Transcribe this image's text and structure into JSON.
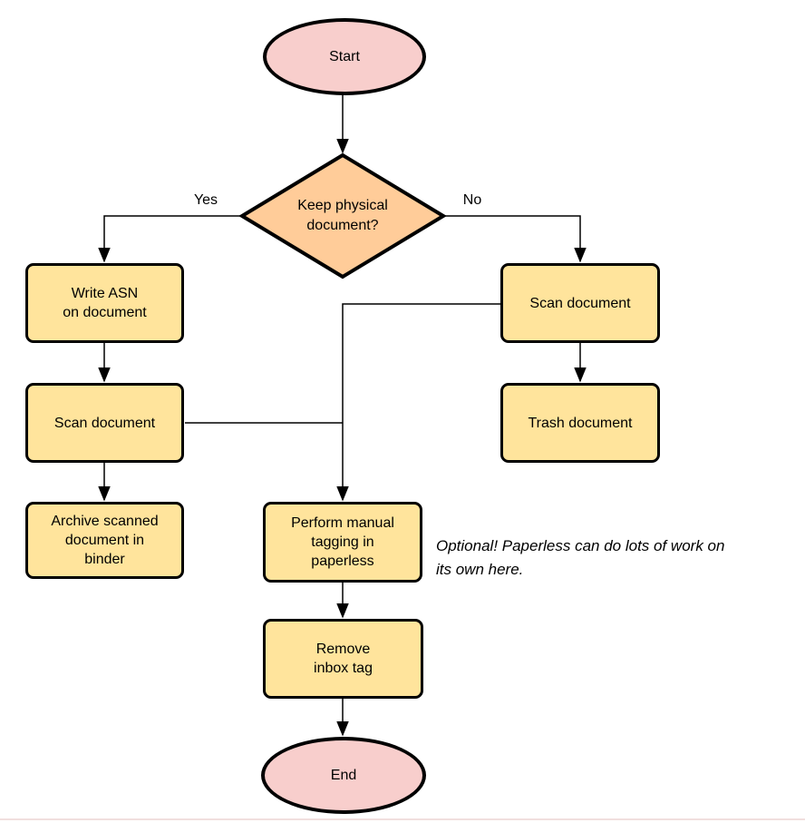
{
  "diagram": {
    "type": "flowchart",
    "colors": {
      "terminal_fill": "#f8cecc",
      "decision_fill": "#ffcc99",
      "process_fill": "#ffe49c",
      "stroke": "#000000",
      "background": "#ffffff"
    },
    "nodes": {
      "start": {
        "type": "terminal",
        "label": "Start"
      },
      "decision": {
        "type": "decision",
        "label": "Keep physical\ndocument?"
      },
      "write_asn": {
        "type": "process",
        "label": "Write ASN\non document"
      },
      "scan_left": {
        "type": "process",
        "label": "Scan document"
      },
      "archive": {
        "type": "process",
        "label": "Archive scanned\ndocument in\nbinder"
      },
      "scan_right": {
        "type": "process",
        "label": "Scan document"
      },
      "trash": {
        "type": "process",
        "label": "Trash document"
      },
      "tagging": {
        "type": "process",
        "label": "Perform manual\ntagging in\npaperless"
      },
      "remove_inbox": {
        "type": "process",
        "label": "Remove\ninbox tag"
      },
      "end": {
        "type": "terminal",
        "label": "End"
      }
    },
    "edge_labels": {
      "yes": "Yes",
      "no": "No"
    },
    "annotations": {
      "optional_note": "Optional! Paperless can do lots of work on\nits own here."
    }
  }
}
